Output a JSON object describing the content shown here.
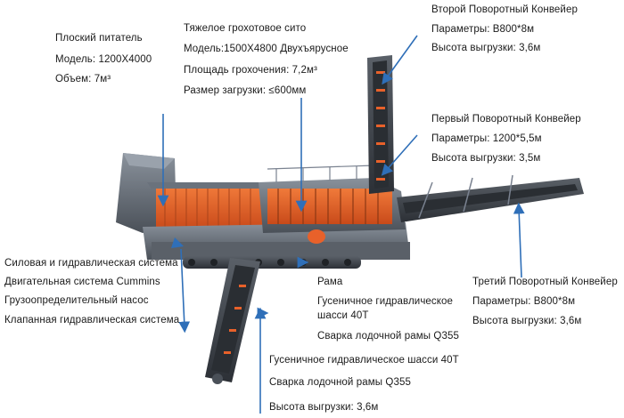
{
  "flat_feeder": {
    "title": "Плоский питатель",
    "model": "Модель: 1200Х4000",
    "volume": "Объем: 7м³"
  },
  "heavy_screen": {
    "title": "Тяжелое грохотовое сито",
    "model": "Модель:1500Х4800 Двухъярусное",
    "area": "Площадь грохочения: 7,2м³",
    "feed_size": "Размер загрузки: ≤600мм"
  },
  "second_conveyor": {
    "title": "Второй Поворотный Конвейер",
    "params": "Параметры: B800*8м",
    "height": "Высота выгрузки: 3,6м"
  },
  "first_conveyor": {
    "title": "Первый Поворотный Конвейер",
    "params": "Параметры: 1200*5,5м",
    "height": "Высота выгрузки: 3,5м"
  },
  "power_systems": {
    "power_hydraulic": "Силовая и гидравлическая система",
    "engine": "Двигательная система Cummins",
    "pump": "Грузоопределительный насос",
    "valve": "Клапанная гидравлическая система"
  },
  "frame": {
    "title": "Рама",
    "chassis": "Гусеничное гидравлическое",
    "chassis2": "шасси 40T",
    "welding": "Сварка лодочной рамы Q355"
  },
  "third_conveyor": {
    "title": "Третий Поворотный Конвейер",
    "params": "Параметры: B800*8м",
    "height": "Высота выгрузки: 3,6м"
  },
  "bottom_conveyor": {
    "chassis": "Гусеничное гидравлическое шасси 40T",
    "welding": "Сварка лодочной рамы Q355",
    "height": "Высота выгрузки: 3,6м"
  },
  "colors": {
    "arrow": "#2f6fb8",
    "orange": "#e8612a",
    "steel": "#5d6570",
    "belt": "#2a2e33"
  }
}
